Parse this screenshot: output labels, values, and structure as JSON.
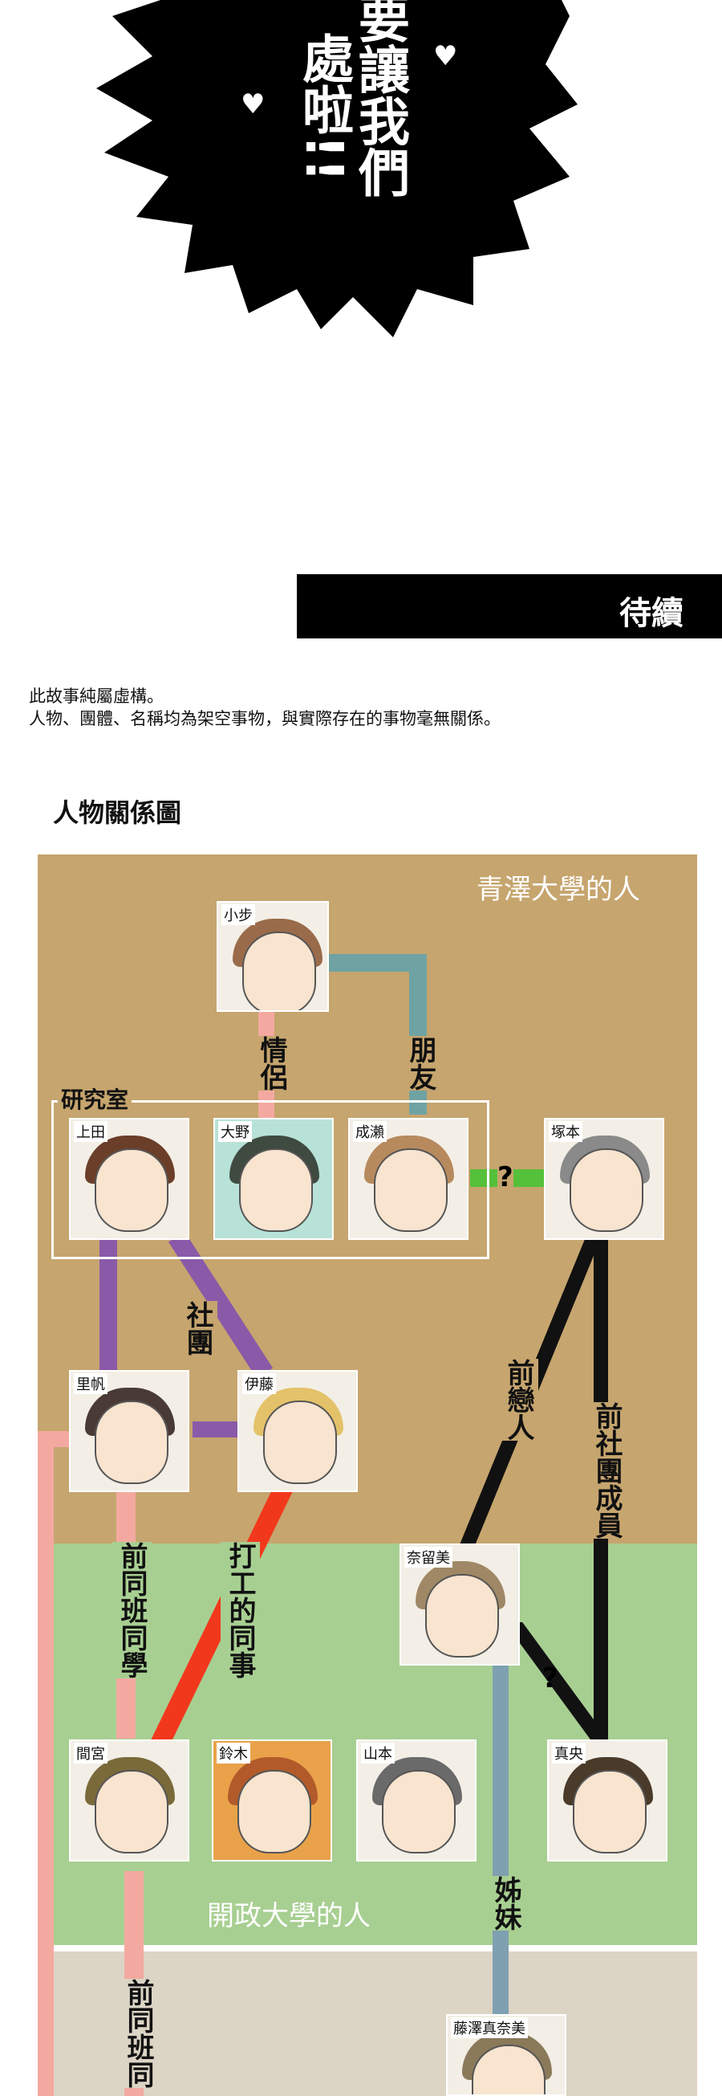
{
  "top_panel": {
    "speech": [
      "要讓我們",
      "處啦!!"
    ],
    "hearts": [
      "♥",
      "♥"
    ]
  },
  "banner": {
    "text": "待續"
  },
  "disclaimer": {
    "line1": "此故事純屬虛構。",
    "line2": "人物、團體、名稱均為架空事物，與實際存在的事物毫無關係。"
  },
  "chart_title": "人物關係圖",
  "zones": {
    "qingze": "青澤大學的人",
    "kaizheng": "開政大學的人"
  },
  "lab_label": "研究室",
  "characters": {
    "xiaobu": "小步",
    "ueda": "上田",
    "ono": "大野",
    "naruse": "成瀨",
    "tsukamoto": "塚本",
    "riho": "里帆",
    "ito": "伊藤",
    "narumi": "奈留美",
    "mamiya": "間宮",
    "suzuki": "鈴木",
    "yamamoto": "山本",
    "mahiro": "真央",
    "fujisawa": "藤澤真奈美"
  },
  "relations": {
    "lovers": "情侶",
    "friends": "朋友",
    "unknown1": "?",
    "club": "社團",
    "ex_lover": "前戀人",
    "ex_club": "前社團成員",
    "classmate1": "前同班同學",
    "coworker": "打工的同事",
    "unknown2": "?",
    "sisters": "姊妹",
    "classmate2": "前同班同"
  },
  "colors": {
    "qingze_bg": "#c6a56e",
    "kaizheng_bg": "#a8cf92",
    "lovers": "#f4a9a0",
    "friends": "#6fa3a3",
    "question": "#55c03a",
    "club": "#8a5aa8",
    "ex_lover": "#111111",
    "classmate": "#f4a9a0",
    "coworker": "#f2381c",
    "sisters": "#7fa0b0"
  }
}
